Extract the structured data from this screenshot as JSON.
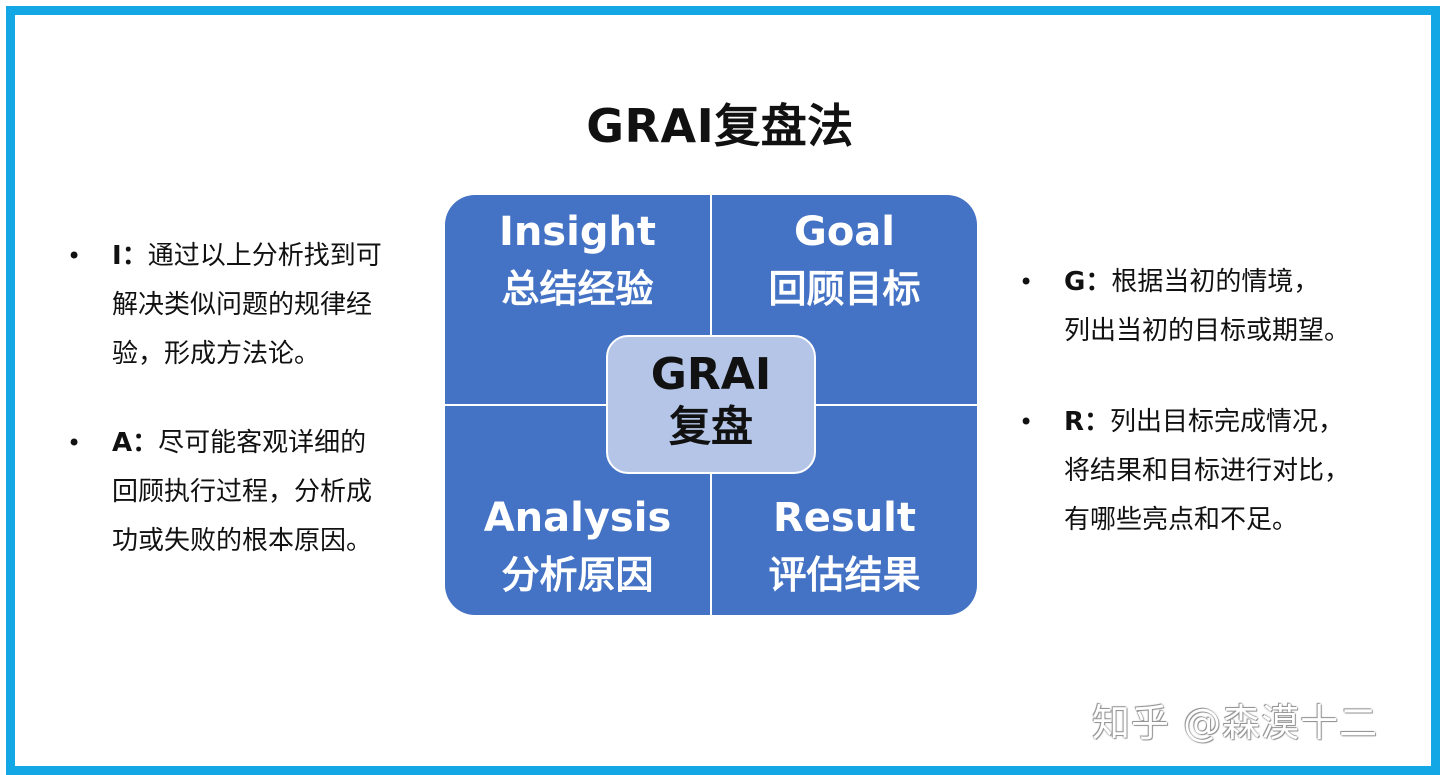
{
  "title": "GRAI复盘法",
  "left_bullets": [
    {
      "key": "I",
      "sep": "：",
      "lines": [
        "通过以上分析找到可",
        "解决类似问题的规律经",
        "验，形成方法论。"
      ]
    },
    {
      "key": "A",
      "sep": "：",
      "lines": [
        "尽可能客观详细的",
        "回顾执行过程，分析成",
        "功或失败的根本原因。"
      ]
    }
  ],
  "right_bullets": [
    {
      "key": "G",
      "sep": "：",
      "lines": [
        "根据当初的情境，",
        "列出当初的目标或期望。"
      ]
    },
    {
      "key": "R",
      "sep": "：",
      "lines": [
        "列出目标完成情况，",
        "将结果和目标进行对比，",
        "有哪些亮点和不足。"
      ]
    }
  ],
  "matrix": {
    "top_left": {
      "en": "Insight",
      "zh": "总结经验"
    },
    "top_right": {
      "en": "Goal",
      "zh": "回顾目标"
    },
    "bottom_left": {
      "en": "Analysis",
      "zh": "分析原因"
    },
    "bottom_right": {
      "en": "Result",
      "zh": "评估结果"
    },
    "center": {
      "line1": "GRAI",
      "line2": "复盘"
    }
  },
  "watermark": "知乎 @森漠十二",
  "colors": {
    "frame": "#13a7e6",
    "quadrant": "#4472c4",
    "center": "#b4c5e7"
  },
  "bullet_symbol": "•"
}
